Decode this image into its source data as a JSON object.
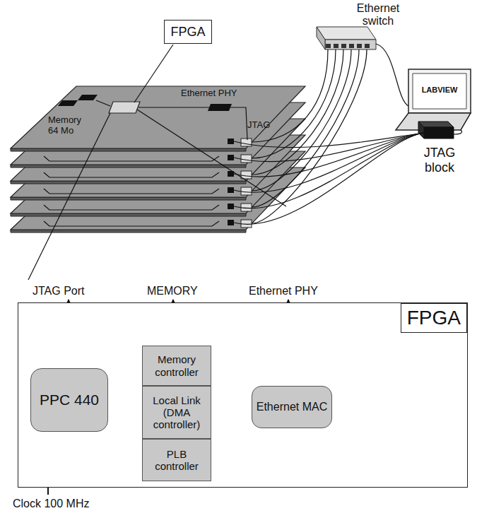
{
  "diagram": {
    "nodes": [
      {
        "text": [
          "FPGA"
        ]
      },
      {
        "text": [
          "FPGA"
        ]
      },
      {
        "text": [
          "PPC 440"
        ],
        "in": 1
      },
      {
        "text": [
          "Memory controller"
        ],
        "in": 1
      },
      {
        "text": [
          "Local Link (DMA controller)"
        ],
        "in": 1
      },
      {
        "text": [
          "Ethernet MAC"
        ],
        "in": 1
      },
      {
        "text": [
          "PLB controller"
        ],
        "in": 1
      }
    ],
    "edges": [
      {
        "from": 2,
        "to": 3,
        "arrow": "both"
      },
      {
        "from": 2,
        "to": 4,
        "arrow": "to"
      },
      {
        "from": 2,
        "to": 6,
        "arrow": "both"
      },
      {
        "from": 4,
        "to": 5,
        "arrow": "both"
      },
      {
        "from": 5,
        "to": 6,
        "arrow": "both"
      }
    ],
    "labels": [
      "Ethernet switch",
      "Ethernet PHY",
      "Memory 64 Mo",
      "LABVIEW",
      "JTAG",
      "JTAG block",
      "JTAG Port",
      "MEMORY",
      "Ethernet PHY",
      "Clock 100 MHz"
    ]
  }
}
